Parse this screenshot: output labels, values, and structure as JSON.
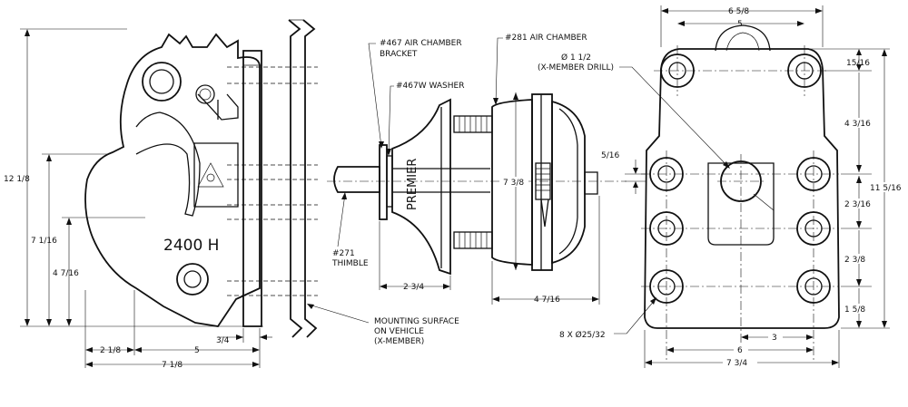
{
  "dimensions": {
    "overall_height": "12 1/8",
    "body_height": "7 1/16",
    "pin_height": "4 7/16",
    "offset_left": "2 1/8",
    "width_5": "5",
    "width_total": "7 1/8",
    "flange": "3/4",
    "bracket_width": "2 3/4",
    "chamber_width": "4 7/16",
    "plunger_height": "7 3/8",
    "top_width": "6 5/8",
    "top_bolt_span": "5",
    "top_margin": "15/16",
    "upper_span": "4 3/16",
    "center_offset": "5/16",
    "mid_span": "2 3/16",
    "lower_span": "2 3/8",
    "bottom_margin": "1 5/8",
    "full_height": "11 5/16",
    "bottom_bolt_span": "6",
    "half_span": "3",
    "plate_width": "7 3/4"
  },
  "labels": {
    "model": "2400 H",
    "brand": "PREMIER",
    "bracket": [
      "#467 AIR CHAMBER",
      "BRACKET"
    ],
    "washer": "#467W WASHER",
    "air_chamber": "#281 AIR CHAMBER",
    "thimble": [
      "#271",
      "THIMBLE"
    ],
    "mounting": [
      "MOUNTING SURFACE",
      "ON VEHICLE",
      "(X-MEMBER)"
    ],
    "drill": [
      "Ø 1 1/2",
      "(X-MEMBER DRILL)"
    ],
    "holes": "8 X Ø25/32"
  }
}
